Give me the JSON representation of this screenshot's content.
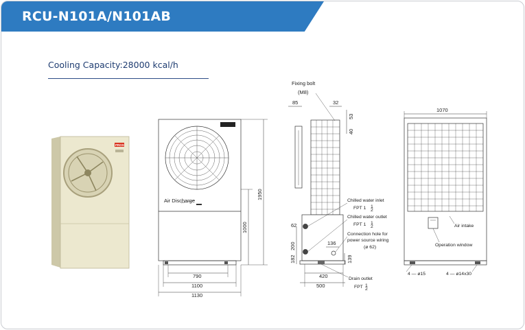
{
  "header": {
    "title": "RCU-N101A/N101AB"
  },
  "spec": {
    "cooling_capacity": "Cooling Capacity:28000 kcal/h"
  },
  "photo": {
    "brand_badge": "PROS"
  },
  "front_view": {
    "air_discharge": "Air Discharge",
    "dim_height_total": "1950",
    "dim_height_lower": "1000",
    "dim_790": "790",
    "dim_1100": "1100",
    "dim_1130": "1130"
  },
  "side_view": {
    "fixing_bolt": "Fixing bolt",
    "fixing_bolt_size": "(M8)",
    "dim_85": "85",
    "dim_32": "32",
    "dim_53": "53",
    "dim_40": "40",
    "dim_62": "62",
    "dim_200": "200",
    "dim_182": "182",
    "dim_136": "136",
    "dim_139": "139",
    "dim_420": "420",
    "dim_500": "500",
    "chilled_water_inlet": "Chilled water inlet",
    "chilled_water_inlet_fpt": "FPT 1",
    "chilled_water_outlet": "Chilled water outlet",
    "chilled_water_outlet_fpt": "FPT 1",
    "connection_hole_line1": "Connection hole for",
    "connection_hole_line2": "power source wiring",
    "connection_hole_size": "(ø 62)",
    "drain_outlet": "Drain outlet",
    "drain_outlet_fpt": "FPT"
  },
  "rear_view": {
    "dim_1070": "1070",
    "air_intake": "Air intake",
    "operation_window": "Operation window",
    "hole_left": "4 — ø15",
    "hole_right": "4 — ø14x30"
  },
  "colors": {
    "header_blue": "#2e7bc1",
    "subtitle_navy": "#1d3b70",
    "unit_cream": "#e9e5c8"
  }
}
